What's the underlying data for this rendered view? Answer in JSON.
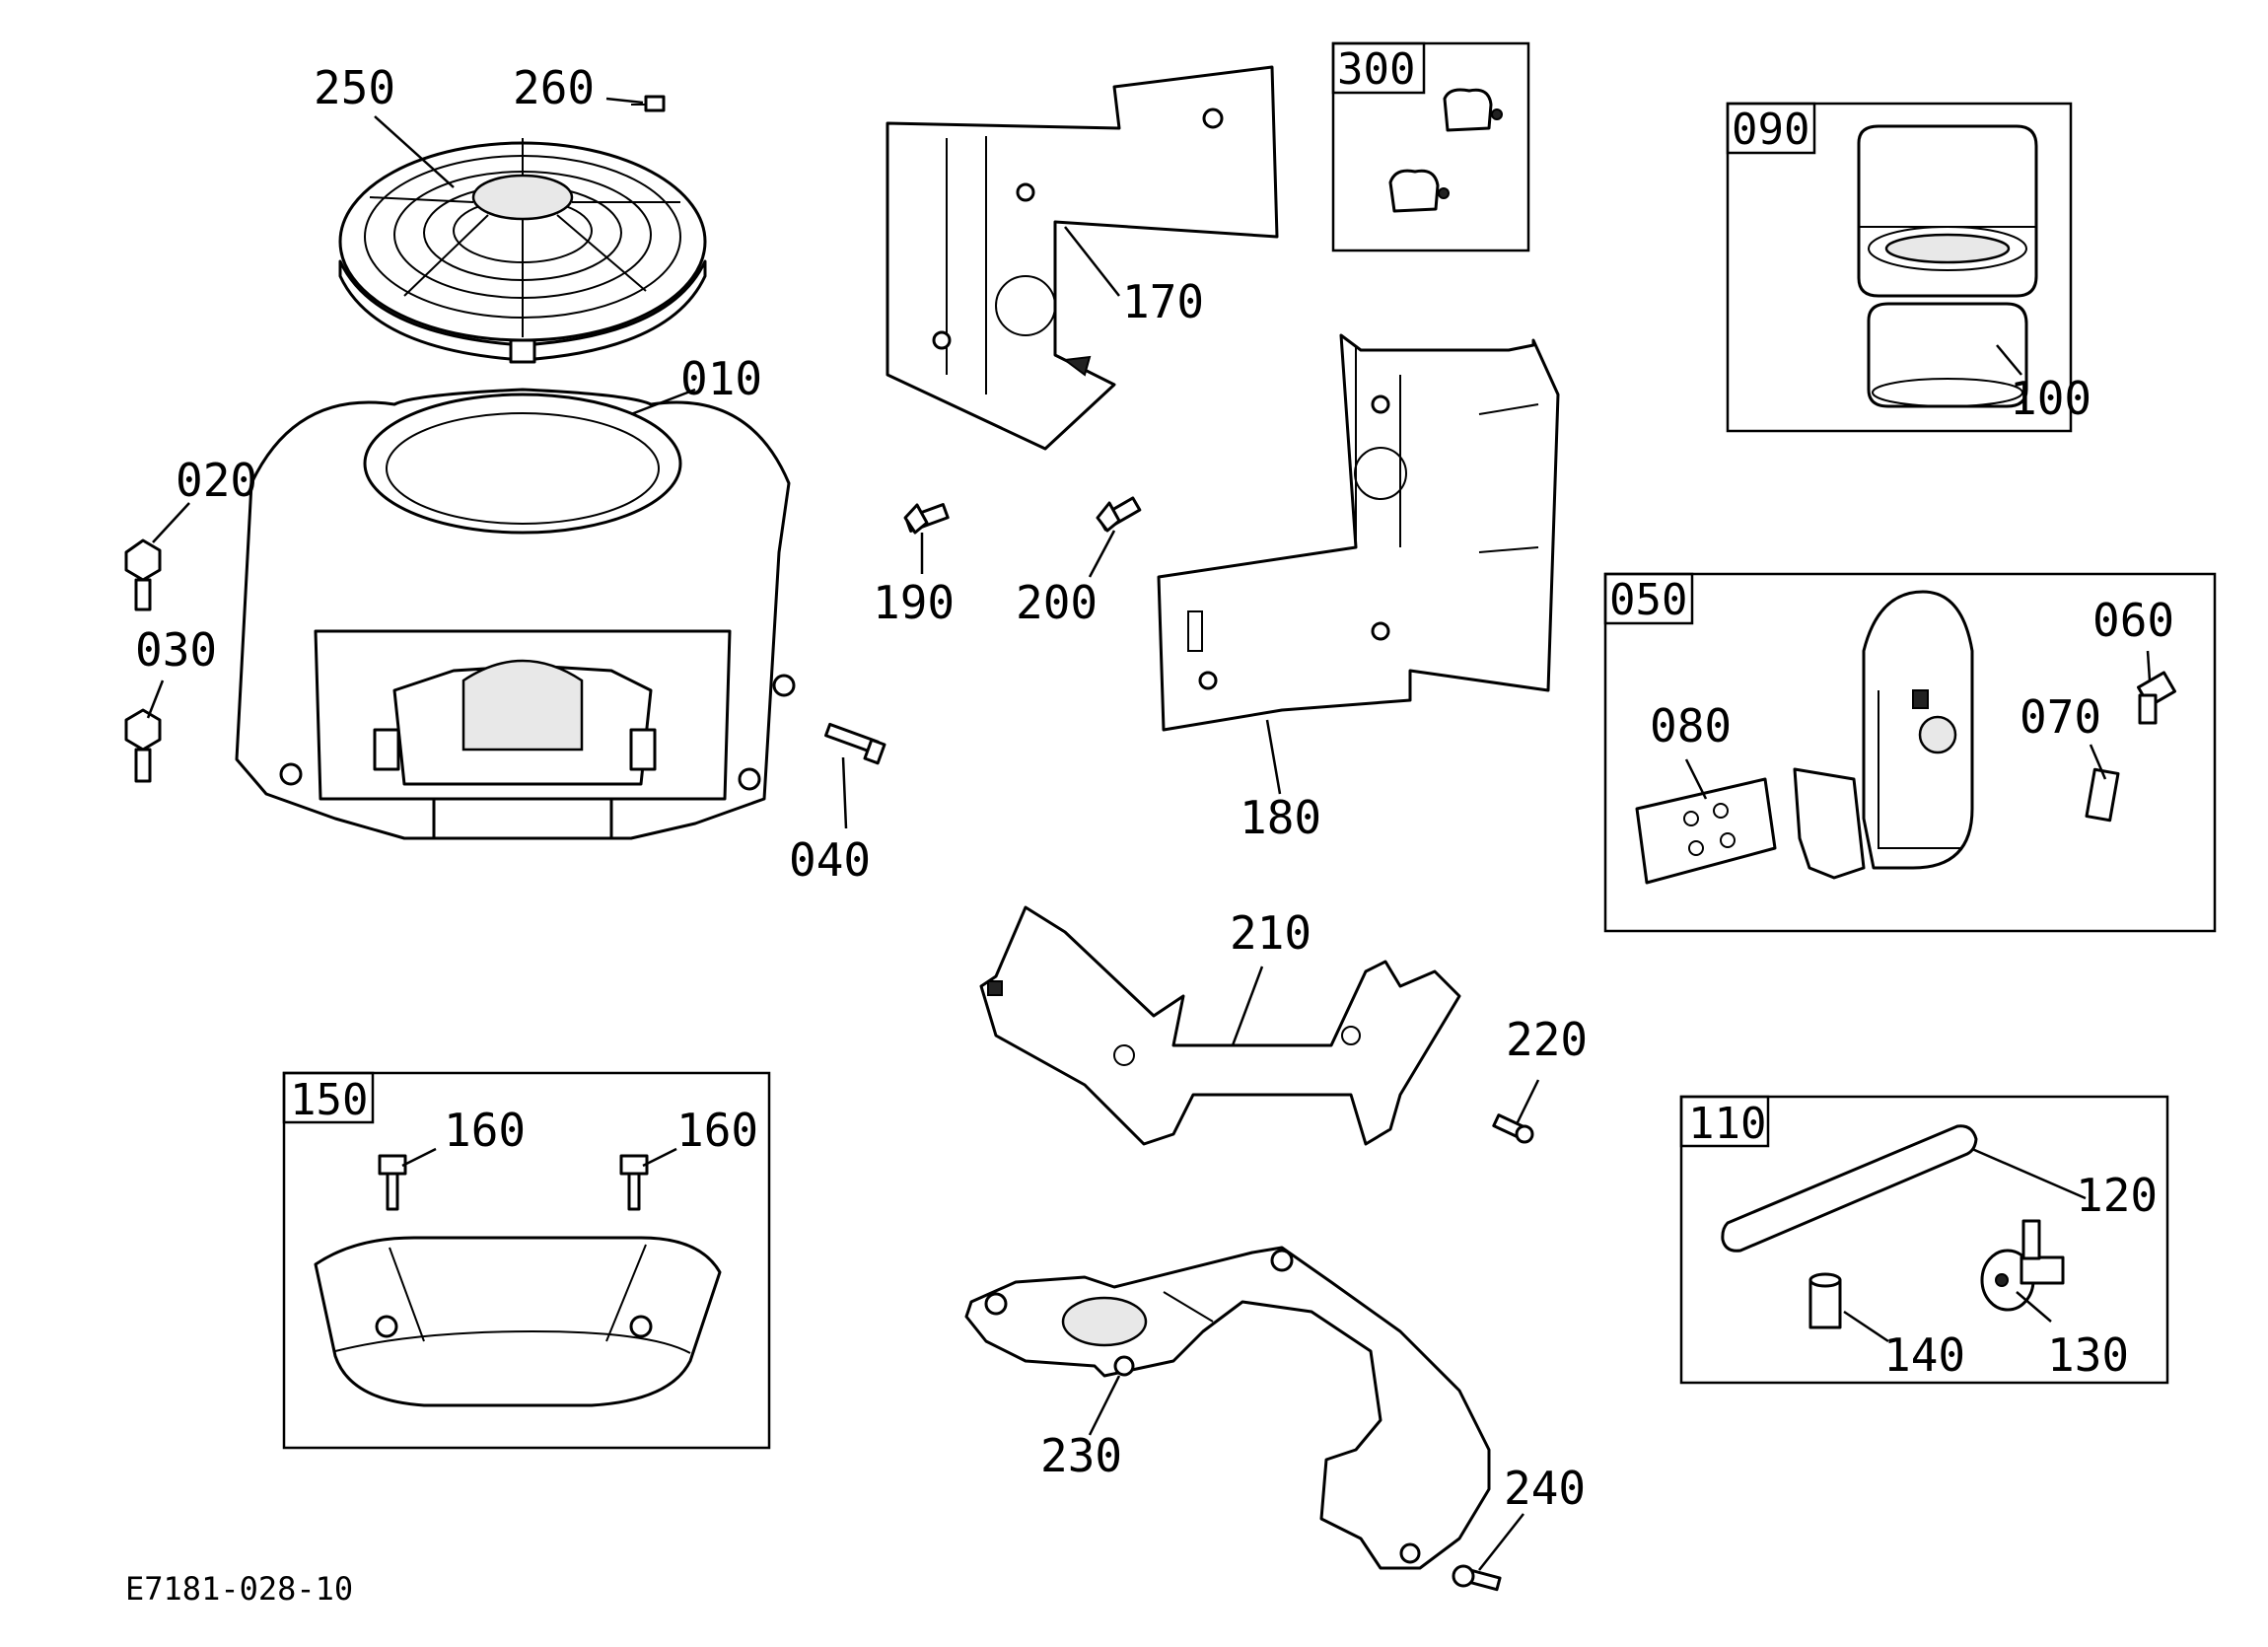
{
  "drawing_code": "E7181-028-10",
  "part_labels": {
    "p250": "250",
    "p260": "260",
    "p010": "010",
    "p020": "020",
    "p030": "030",
    "p040": "040",
    "p170": "170",
    "p190": "190",
    "p200": "200",
    "p180": "180",
    "p300": "300",
    "p090": "090",
    "p100": "100",
    "p050": "050",
    "p060": "060",
    "p070": "070",
    "p080": "080",
    "p210": "210",
    "p220": "220",
    "p150": "150",
    "p160a": "160",
    "p160b": "160",
    "p110": "110",
    "p120": "120",
    "p130": "130",
    "p140": "140",
    "p230": "230",
    "p240": "240"
  }
}
